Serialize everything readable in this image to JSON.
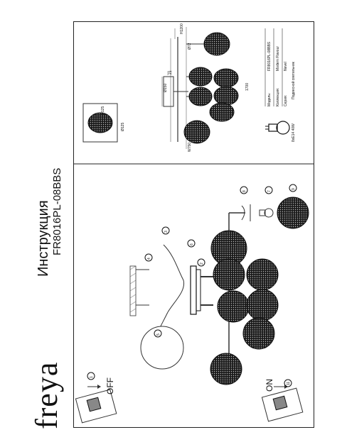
{
  "brand": "freya",
  "title": "Инструкция",
  "model": "FR8016PL-08BBS",
  "switch": {
    "off": "OFF",
    "on": "ON"
  },
  "steps": [
    "1",
    "2",
    "3",
    "4",
    "5",
    "6",
    "7",
    "8",
    "9",
    "10",
    "11"
  ],
  "spec": {
    "model_label": "Модель:",
    "model_value": "FR8016PL-08BBS",
    "collection_label": "Коллекция:",
    "collection_value": "Modern Flavour",
    "series_label": "Серия:",
    "series_value": "Nevel",
    "type_value": "Подвесной светильник"
  },
  "bulb": "8xE14 40W",
  "dims": {
    "h_max": "H1200",
    "d_shade": "Ø125",
    "h_shade": "Ø125",
    "width": "1700",
    "w_top": "W750",
    "d_canopy": "Ø150",
    "d_mid": "Ø72",
    "l_small": "21"
  }
}
